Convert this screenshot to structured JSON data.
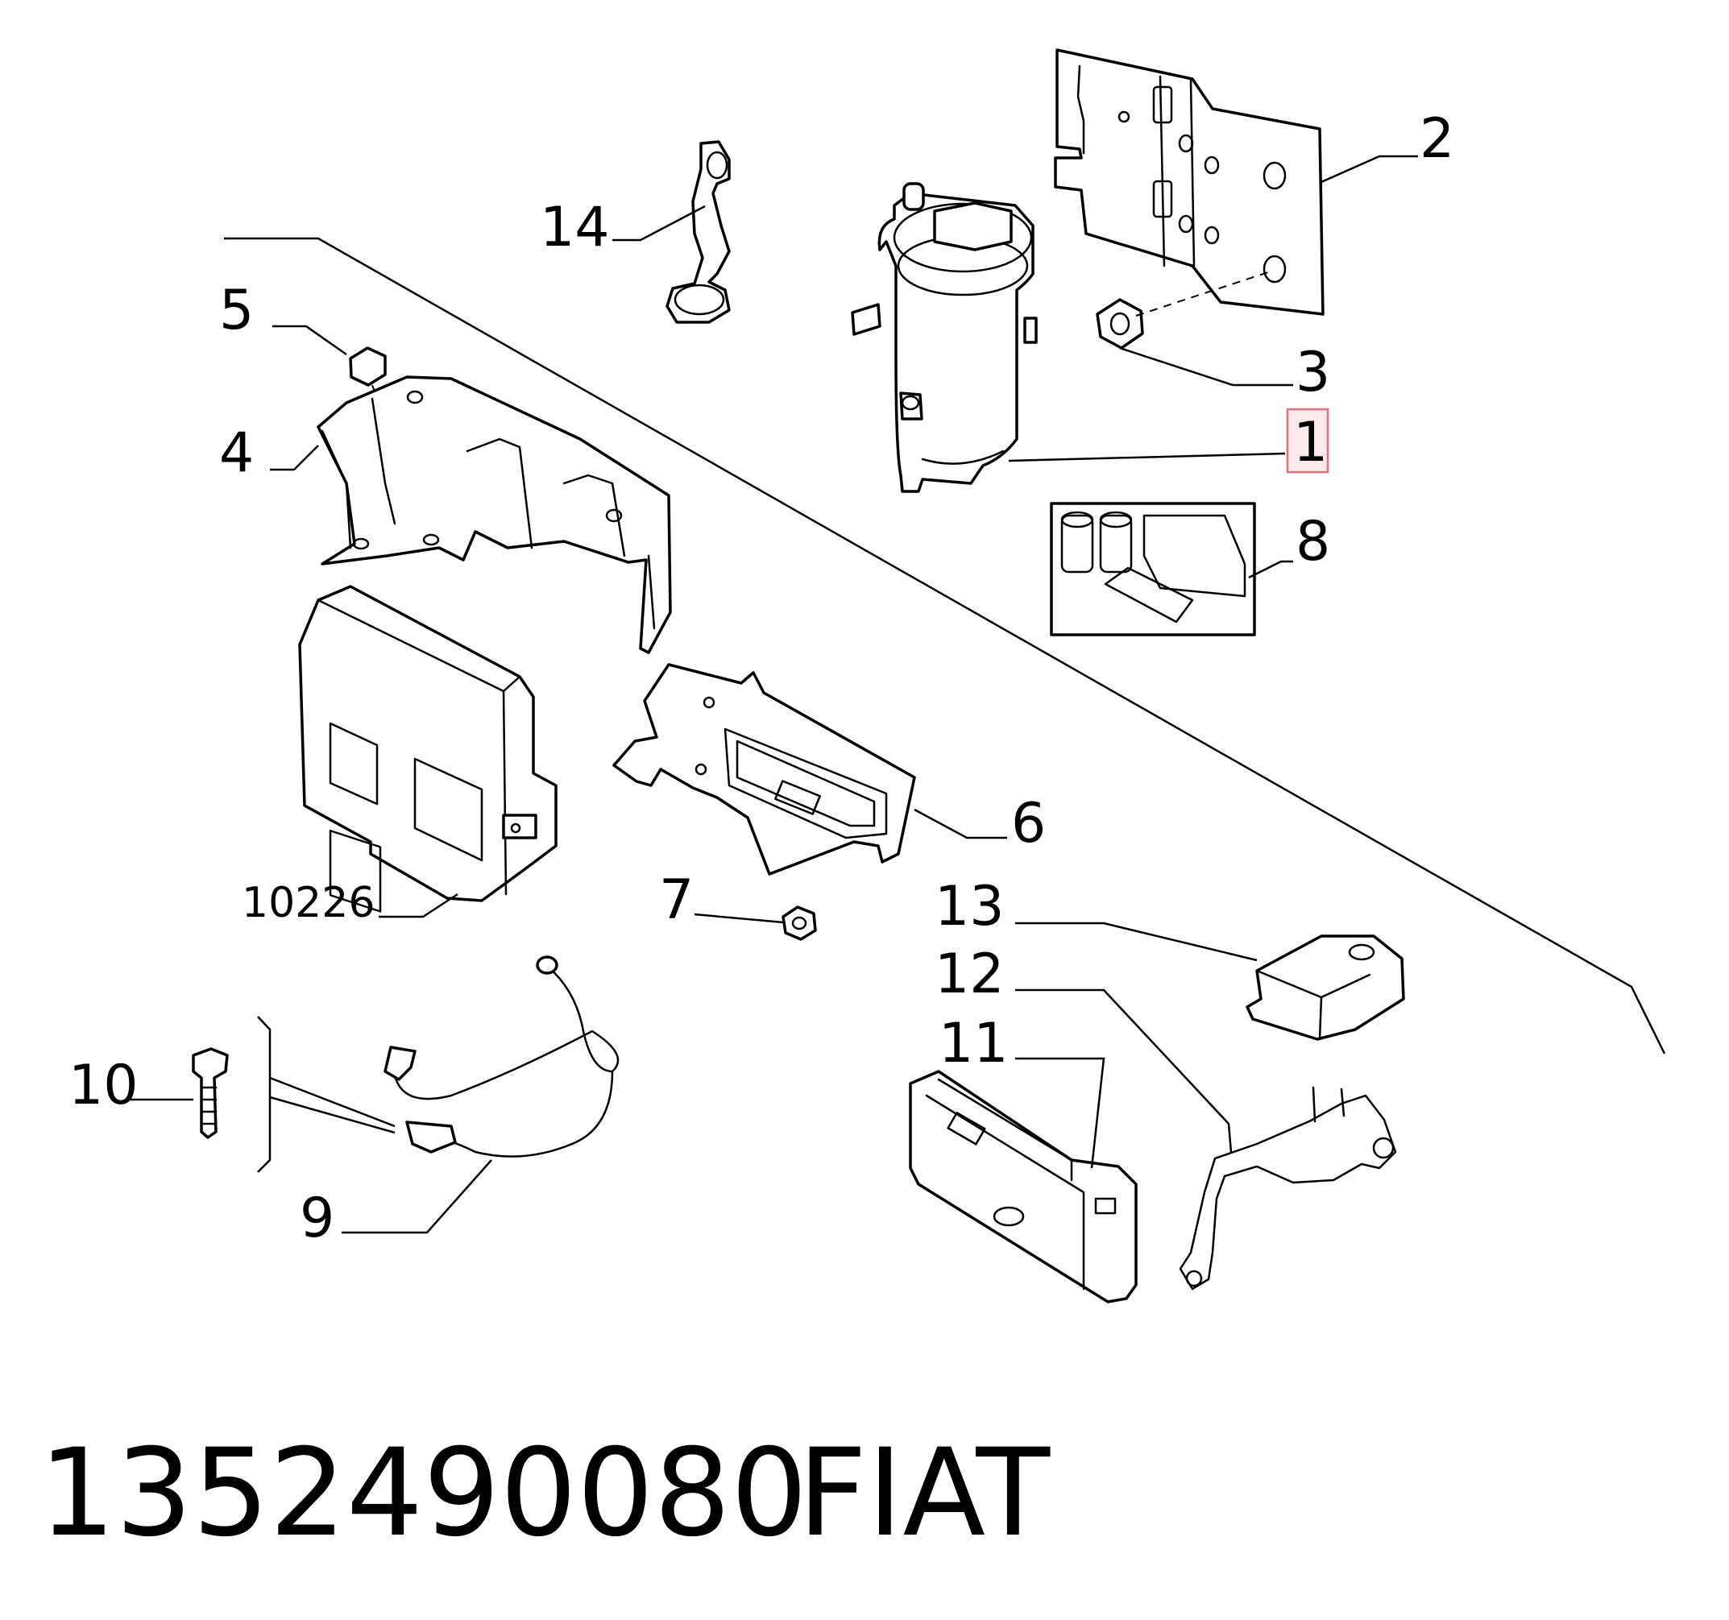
{
  "callouts": {
    "c1": "1",
    "c2": "2",
    "c3": "3",
    "c4": "4",
    "c5": "5",
    "c6": "6",
    "c7": "7",
    "c8": "8",
    "c9": "9",
    "c10": "10",
    "c11": "11",
    "c12": "12",
    "c13": "13",
    "c14": "14",
    "c10226": "10226"
  },
  "highlighted_callout": "1",
  "colors": {
    "highlight_fill": "#fbe9ec",
    "highlight_border": "#e0707f",
    "line": "#000000",
    "background": "#ffffff"
  },
  "footer": {
    "part_number": "1352490080",
    "brand": "FIAT"
  }
}
